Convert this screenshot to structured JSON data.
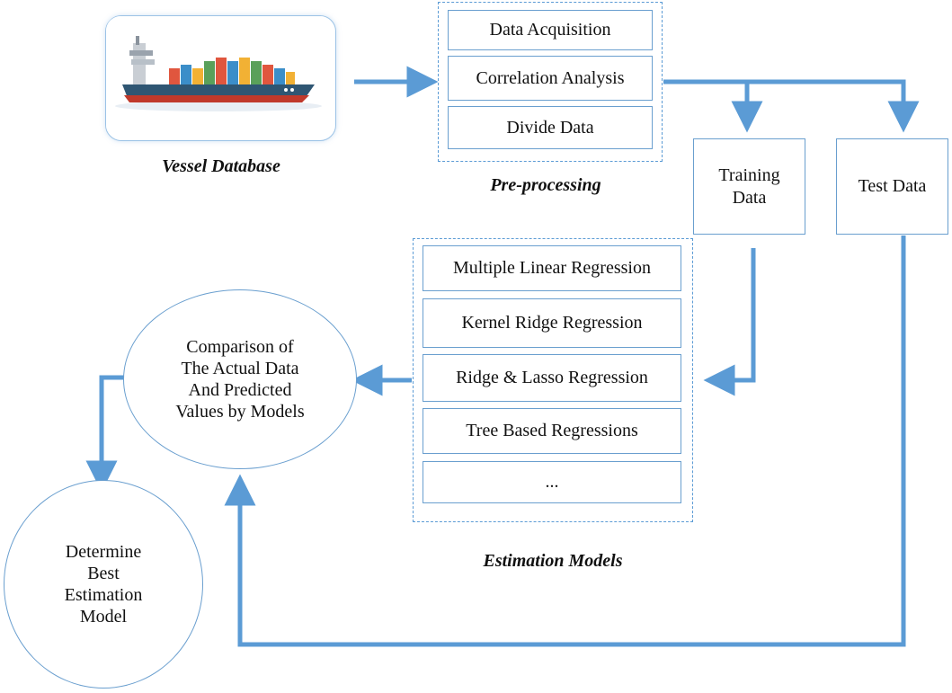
{
  "vessel": {
    "caption": "Vessel Database",
    "image": "cargo-ship-illustration"
  },
  "preprocessing": {
    "caption": "Pre-processing",
    "steps": [
      "Data Acquisition",
      "Correlation Analysis",
      "Divide Data"
    ]
  },
  "split": {
    "training": "Training Data",
    "test": "Test Data"
  },
  "models": {
    "caption": "Estimation Models",
    "items": [
      "Multiple Linear Regression",
      "Kernel Ridge Regression",
      "Ridge & Lasso Regression",
      "Tree Based Regressions",
      "..."
    ]
  },
  "comparison": {
    "label": "Comparison of The Actual Data And Predicted Values by Models"
  },
  "best": {
    "label": "Determine Best Estimation Model"
  },
  "colors": {
    "arrow": "#5b9bd5",
    "border": "#6a9fcf"
  }
}
